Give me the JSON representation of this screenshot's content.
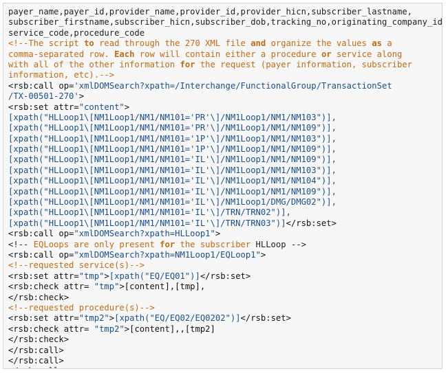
{
  "colors": {
    "panel_background": "#f7f7f7",
    "panel_border": "#d4d4d4",
    "plain_text": "#222222",
    "string_literal": "#1a4f8b",
    "comment_text": "#c46a12",
    "keyword_in_comment": "#c46a12"
  },
  "code_lines": [
    [
      {
        "t": "plain",
        "v": "payer_name,payer_id,provider_name,provider_id,provider_hicn,subscriber_lastname,"
      }
    ],
    [
      {
        "t": "plain",
        "v": "subscriber_firstname,subscriber_hicn,subscriber_dob,tracking_no,originating_company_id,"
      }
    ],
    [
      {
        "t": "plain",
        "v": "service_code,procedure_code"
      }
    ],
    [
      {
        "t": "comment",
        "v": "<!--The script "
      },
      {
        "t": "kw",
        "v": "to"
      },
      {
        "t": "comment",
        "v": " read through the 270 XML file "
      },
      {
        "t": "kw",
        "v": "and"
      },
      {
        "t": "comment",
        "v": " organize the values "
      },
      {
        "t": "kw",
        "v": "as"
      },
      {
        "t": "comment",
        "v": " a"
      }
    ],
    [
      {
        "t": "comment",
        "v": "comma-separated row. "
      },
      {
        "t": "kw",
        "v": "Each"
      },
      {
        "t": "comment",
        "v": " row will contain either a procedure "
      },
      {
        "t": "kw",
        "v": "or"
      },
      {
        "t": "comment",
        "v": " service along"
      }
    ],
    [
      {
        "t": "comment",
        "v": "with all of the other information "
      },
      {
        "t": "kw",
        "v": "for"
      },
      {
        "t": "comment",
        "v": " the request (payer information, subscriber"
      }
    ],
    [
      {
        "t": "comment",
        "v": "information, etc).-->"
      }
    ],
    [
      {
        "t": "tag",
        "v": "<rsb:call op="
      },
      {
        "t": "string",
        "v": "'xmlDOMSearch?xpath=/Interchange/FunctionalGroup/TransactionSet"
      }
    ],
    [
      {
        "t": "string",
        "v": "/TX-00501-270'"
      },
      {
        "t": "tag",
        "v": ">"
      }
    ],
    [
      {
        "t": "tag",
        "v": "<rsb:set attr="
      },
      {
        "t": "string",
        "v": "\"content\""
      },
      {
        "t": "tag",
        "v": ">"
      }
    ],
    [
      {
        "t": "string",
        "v": "[xpath(\"HLLoop1\\[NM1Loop1/NM1/NM101='PR'\\]/NM1Loop1/NM1/NM103\")],"
      }
    ],
    [
      {
        "t": "string",
        "v": "[xpath(\"HLLoop1\\[NM1Loop1/NM1/NM101='PR'\\]/NM1Loop1/NM1/NM109\")],"
      }
    ],
    [
      {
        "t": "string",
        "v": "[xpath(\"HLLoop1\\[NM1Loop1/NM1/NM101='1P'\\]/NM1Loop1/NM1/NM103\")],"
      }
    ],
    [
      {
        "t": "string",
        "v": "[xpath(\"HLLoop1\\[NM1Loop1/NM1/NM101='1P'\\]/NM1Loop1/NM1/NM109\")],"
      }
    ],
    [
      {
        "t": "string",
        "v": "[xpath(\"HLLoop1\\[NM1Loop1/NM1/NM101='IL'\\]/NM1Loop1/NM1/NM109\")],"
      }
    ],
    [
      {
        "t": "string",
        "v": "[xpath(\"HLLoop1\\[NM1Loop1/NM1/NM101='IL'\\]/NM1Loop1/NM1/NM103\")],"
      }
    ],
    [
      {
        "t": "string",
        "v": "[xpath(\"HLLoop1\\[NM1Loop1/NM1/NM101='IL'\\]/NM1Loop1/NM1/NM104\")],"
      }
    ],
    [
      {
        "t": "string",
        "v": "[xpath(\"HLLoop1\\[NM1Loop1/NM1/NM101='IL'\\]/NM1Loop1/NM1/NM109\")],"
      }
    ],
    [
      {
        "t": "string",
        "v": "[xpath(\"HLLoop1\\[NM1Loop1/NM1/NM101='IL'\\]/NM1Loop1/DMG/DMG02\")],"
      }
    ],
    [
      {
        "t": "string",
        "v": "[xpath(\"HLLoop1\\[NM1Loop1/NM1/NM101='IL'\\]/TRN/TRN02\")],"
      }
    ],
    [
      {
        "t": "string",
        "v": "[xpath(\"HLLoop1\\[NM1Loop1/NM1/NM101='IL'\\]/TRN/TRN03\")]"
      },
      {
        "t": "tag",
        "v": "</rsb:set>"
      }
    ],
    [
      {
        "t": "tag",
        "v": "<rsb:call op="
      },
      {
        "t": "string",
        "v": "\"xmlDOMSearch?xpath=HLLoop1\""
      },
      {
        "t": "tag",
        "v": ">"
      }
    ],
    [
      {
        "t": "plain",
        "v": "<!-- "
      },
      {
        "t": "comment",
        "v": "EQLoops are only present "
      },
      {
        "t": "kw",
        "v": "for"
      },
      {
        "t": "comment",
        "v": " the subscriber"
      },
      {
        "t": "plain",
        "v": " HLLoop -->"
      }
    ],
    [
      {
        "t": "tag",
        "v": "<rsb:call op="
      },
      {
        "t": "string",
        "v": "\"xmlDOMSearch?xpath=NM1Loop1/EQLoop1\""
      },
      {
        "t": "tag",
        "v": ">"
      }
    ],
    [
      {
        "t": "comment",
        "v": "<!--requested service(s)-->"
      }
    ],
    [
      {
        "t": "tag",
        "v": "<rsb:set attr="
      },
      {
        "t": "string",
        "v": "\"tmp\""
      },
      {
        "t": "tag",
        "v": ">"
      },
      {
        "t": "string",
        "v": "[xpath(\"EQ/EQ01\")]"
      },
      {
        "t": "tag",
        "v": "</rsb:set>"
      }
    ],
    [
      {
        "t": "tag",
        "v": "<rsb:check attr= "
      },
      {
        "t": "string",
        "v": "\"tmp\""
      },
      {
        "t": "tag",
        "v": ">[content],[tmp],"
      }
    ],
    [
      {
        "t": "tag",
        "v": "</rsb:check>"
      }
    ],
    [
      {
        "t": "comment",
        "v": "<!--requested procedure(s)-->"
      }
    ],
    [
      {
        "t": "tag",
        "v": "<rsb:set attr="
      },
      {
        "t": "string",
        "v": "\"tmp2\""
      },
      {
        "t": "tag",
        "v": ">"
      },
      {
        "t": "string",
        "v": "[xpath(\"EQ/EQ02/EQ0202\")]"
      },
      {
        "t": "tag",
        "v": "</rsb:set>"
      }
    ],
    [
      {
        "t": "tag",
        "v": "<rsb:check attr= "
      },
      {
        "t": "string",
        "v": "\"tmp2\""
      },
      {
        "t": "tag",
        "v": ">[content],,[tmp2]"
      }
    ],
    [
      {
        "t": "tag",
        "v": "</rsb:check>"
      }
    ],
    [
      {
        "t": "tag",
        "v": "</rsb:call>"
      }
    ],
    [
      {
        "t": "tag",
        "v": "</rsb:call>"
      }
    ],
    [
      {
        "t": "tag",
        "v": "</rsb:call>"
      }
    ]
  ]
}
